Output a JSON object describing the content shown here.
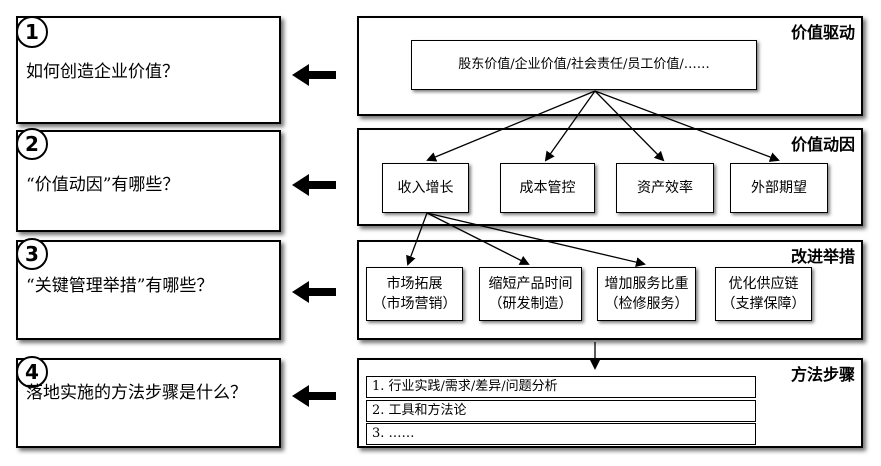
{
  "questions": [
    {
      "num": "1",
      "text": "如何创造企业价值？"
    },
    {
      "num": "2",
      "text": "“价值动因”有哪些？"
    },
    {
      "num": "3",
      "text": "“关键管理举措”有哪些？"
    },
    {
      "num": "4",
      "text": "落地实施的方法步骤是什么？"
    }
  ],
  "panels": {
    "value_drive": {
      "title": "价值驱动",
      "node": "股东价值/企业价值/社会责任/员工价值/……"
    },
    "value_drivers": {
      "title": "价值动因",
      "nodes": [
        "收入增长",
        "成本管控",
        "资产效率",
        "外部期望"
      ]
    },
    "improvements": {
      "title": "改进举措",
      "nodes": [
        {
          "line1": "市场拓展",
          "line2": "（市场营销）"
        },
        {
          "line1": "缩短产品时间",
          "line2": "（研发制造）"
        },
        {
          "line1": "增加服务比重",
          "line2": "（检修服务）"
        },
        {
          "line1": "优化供应链",
          "line2": "（支撑保障）"
        }
      ]
    },
    "methods": {
      "title": "方法步骤",
      "steps": [
        "1. 行业实践/需求/差异/问题分析",
        "2. 工具和方法论",
        "3. ……"
      ]
    }
  }
}
